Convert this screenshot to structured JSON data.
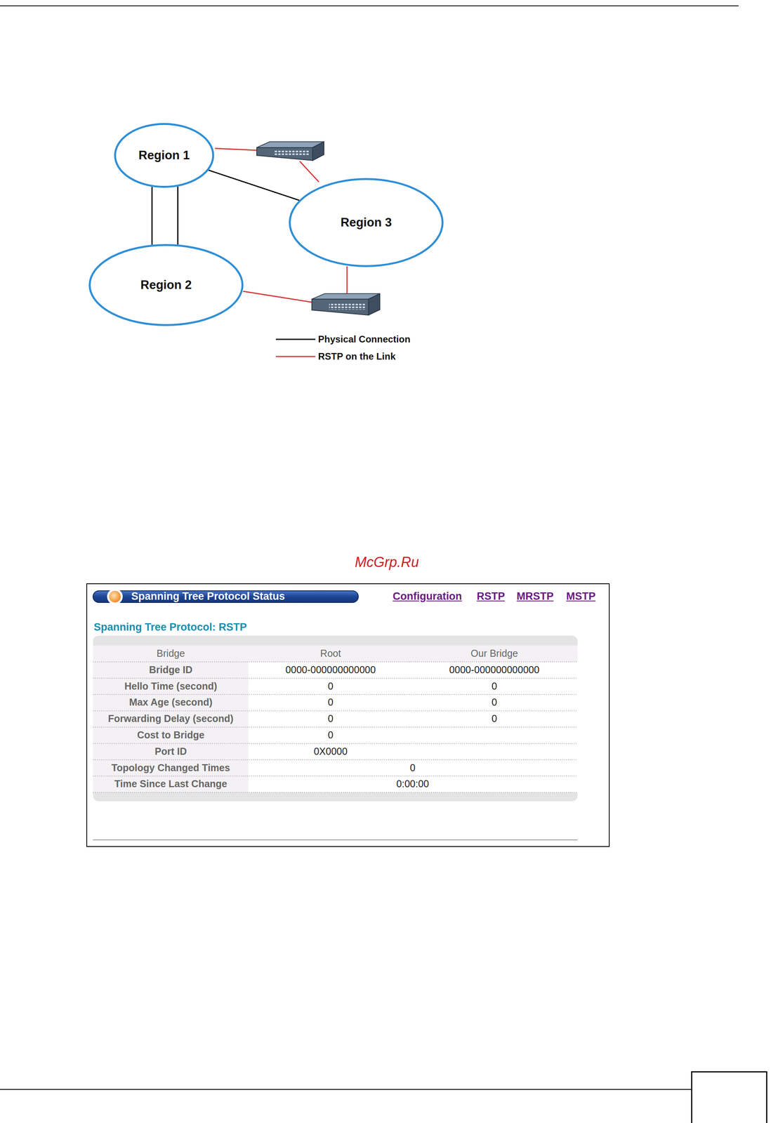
{
  "diagram": {
    "nodes": [
      {
        "text": [
          "Region 1"
        ]
      },
      {
        "text": [
          "Region 2"
        ]
      },
      {
        "text": [
          "Region 3"
        ]
      }
    ],
    "edges": [
      {
        "from": 0,
        "to": 2,
        "arrow": "none"
      },
      {
        "from": 0,
        "to": 1,
        "arrow": "none"
      },
      {
        "from": 0,
        "to": 1,
        "arrow": "none"
      }
    ],
    "labels": [
      "McGrp.Ru",
      "Spanning Tree Protocol Status",
      "Configuration",
      "RSTP",
      "MRSTP",
      "MSTP",
      "Spanning Tree Protocol: RSTP",
      "Bridge",
      "Root",
      "Our Bridge",
      "Bridge ID",
      "0000-000000000000",
      "0000-000000000000",
      "Hello Time (second)",
      "0",
      "0",
      "Max Age (second)",
      "0",
      "0",
      "Forwarding Delay (second)",
      "0",
      "0",
      "Cost to Bridge",
      "0",
      "Port ID",
      "0X0000",
      "Topology Changed Times",
      "0",
      "Time Since Last Change",
      "0:00:00"
    ],
    "legend": [
      {
        "text": "Physical Connection"
      },
      {
        "text": "RSTP on the Link"
      }
    ]
  }
}
